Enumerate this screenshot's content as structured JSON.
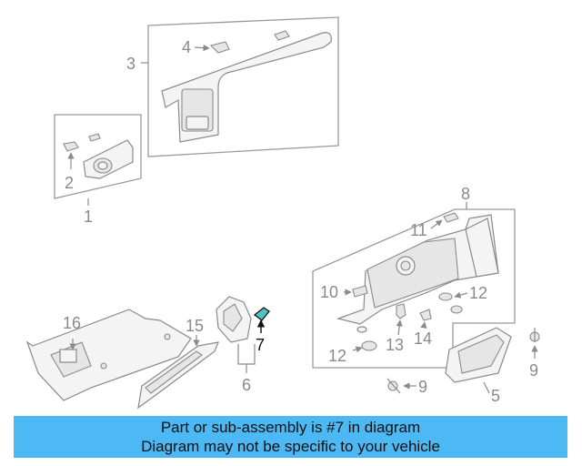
{
  "callouts": {
    "c1": "1",
    "c2": "2",
    "c3": "3",
    "c4": "4",
    "c5": "5",
    "c6": "6",
    "c7": "7",
    "c8": "8",
    "c9": "9",
    "c10": "10",
    "c11": "11",
    "c12a": "12",
    "c12b": "12",
    "c13": "13",
    "c14": "14",
    "c15": "15",
    "c16": "16"
  },
  "highlighted_part": "7",
  "banner": {
    "line1": "Part or sub-assembly is #7 in diagram",
    "line2": "Diagram may not be specific to your vehicle",
    "background": "#4cb8f4"
  },
  "colors": {
    "line": "#8a8a8a",
    "highlight": "#111111",
    "part_accent": "#4ec3c0"
  }
}
